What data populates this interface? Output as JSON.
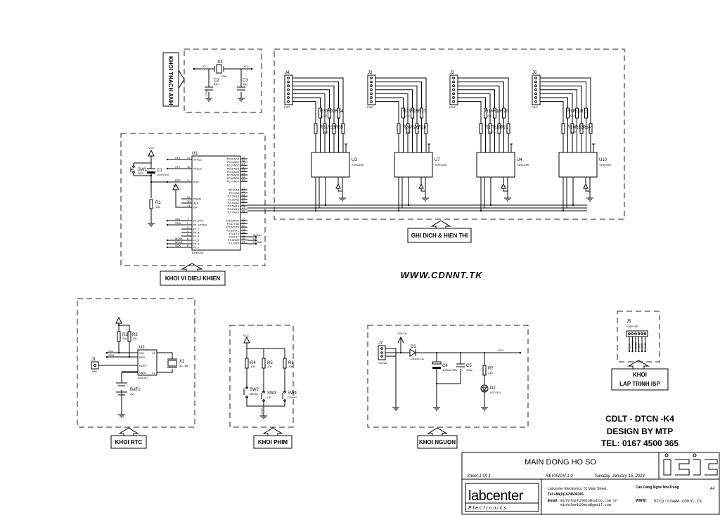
{
  "blocks": {
    "crystal": "KHOI THACH ANH",
    "mcu": "KHOI VI DIEU KHIEN",
    "shift": "GHI DICH & HIEN THI",
    "rtc": "KHOI RTC",
    "keys": "KHOI PHIM",
    "power": "KHOI NGUON",
    "isp_line1": "KHOI",
    "isp_line2": "LAP TRINH ISP"
  },
  "website": "WWW.CDNNT.TK",
  "credits": {
    "class": "CDLT - DTCN -K4",
    "design": "DESIGN BY MTP",
    "tel": "TEL: 0167 4500 365"
  },
  "crystal": {
    "x1": "X1",
    "x1_val": "12M",
    "c2": "C2",
    "c2_val": "33p",
    "c3": "C3",
    "c3_val": "33p",
    "net1": "XT1",
    "net2": "XT2",
    "gnd": "GND"
  },
  "mcu": {
    "ref": "U1",
    "part": "AT89C52",
    "vcc": "VCC",
    "sw1": "SW1",
    "sw1_val": "RST",
    "c1": "C1",
    "c1_val": "10uF/50V",
    "r1": "R1",
    "r1_val": "10k",
    "left_pins": [
      "XTAL1",
      "XTAL2",
      "RST",
      "PSEN",
      "ALE",
      "EA",
      "P1.0/T2",
      "P1.1/T2EX",
      "P1.2",
      "P1.3",
      "P1.4",
      "P1.5",
      "P1.6",
      "P1.7"
    ],
    "left_nums": [
      "19",
      "18",
      "9",
      "29",
      "30",
      "31",
      "1",
      "2",
      "3",
      "4",
      "5",
      "6",
      "7",
      "8"
    ],
    "left_nets": [
      "XT1",
      "XT2",
      "RST",
      "",
      "",
      "",
      "SCL",
      "SDA",
      "",
      "",
      "",
      "MOSI",
      "MISO",
      "SCK"
    ],
    "right_pins": [
      "P0.0/AD0",
      "P0.1/AD1",
      "P0.2/AD2",
      "P0.3/AD3",
      "P0.4/AD4",
      "P0.5/AD5",
      "P0.6/AD6",
      "P0.7/AD7",
      "P2.0/A8",
      "P2.1/A9",
      "P2.2/A10",
      "P2.3/A11",
      "P2.4/A12",
      "P2.5/A13",
      "P2.6/A14",
      "P2.7/A15",
      "P3.0/RXD",
      "P3.1/TXD",
      "P3.2/INT0",
      "P3.3/INT1",
      "P3.4/T0",
      "P3.5/T1",
      "P3.6/WR",
      "P3.7/RD"
    ],
    "right_nums": [
      "39",
      "38",
      "37",
      "36",
      "35",
      "34",
      "33",
      "32",
      "21",
      "22",
      "23",
      "24",
      "25",
      "26",
      "27",
      "28",
      "10",
      "11",
      "12",
      "13",
      "14",
      "15",
      "16",
      "17"
    ],
    "right_nets": [
      "MENU",
      "UP",
      "DOWN"
    ]
  },
  "shift_groups": [
    {
      "conn": "J4",
      "pin_label": "PIN7",
      "r_top": "R30R32R34",
      "r_bot": "R31R33R35",
      "r_val": "220",
      "ic": "U3",
      "ic_type": "74HC595"
    },
    {
      "conn": "J3",
      "pin_label": "PIN7",
      "r_top": "R23R25R27",
      "r_bot": "R24R26R28",
      "r_val": "220",
      "ic": "U7",
      "ic_type": "74HC595"
    },
    {
      "conn": "J2",
      "pin_label": "PIN7",
      "r_top": "R16R18R20",
      "r_bot": "R17R19R21",
      "r_val": "220",
      "ic": "U4",
      "ic_type": "74HC595"
    },
    {
      "conn": "J6",
      "pin_label": "PIN7",
      "r_top": "R9R11R13",
      "r_bot": "R10R12R14",
      "r_val": "220",
      "ic": "U10",
      "ic_type": "74HC595"
    }
  ],
  "rtc": {
    "r2": "R2",
    "r3": "R3",
    "r_val": "10k",
    "u2": "U2",
    "part": "DS1307",
    "pins": [
      "SCL",
      "SDA",
      "SOUT",
      "VBAT",
      "X1",
      "X2"
    ],
    "x2": "X2",
    "x2_val": "32.768",
    "j1": "J1",
    "j1_val": "1HD",
    "bat": "BAT1",
    "bat_val": "3V",
    "scl": "SCL",
    "sda": "SDA"
  },
  "keys": {
    "vcc": "VCC",
    "r4": "R4",
    "r5": "R5",
    "r6": "R6",
    "r_val": "10k",
    "sw2": "SW2",
    "sw2_val": "MENU",
    "sw3": "SW3",
    "sw3_val": "UP",
    "sw4": "SW4",
    "sw4_val": "DOWN",
    "gnd": "GND"
  },
  "power": {
    "j7": "J7",
    "j7_val": "+5V/2A",
    "in": "+5V/2A",
    "d1": "D1",
    "d1_val": "DIODE 1A",
    "c4": "C4",
    "c4_val": "1000uF/25V",
    "c5": "C5",
    "c5_val": "104p",
    "r7": "R7",
    "r7_val": "330",
    "d2": "D2",
    "d2_val": "LED 5LY",
    "vcc": "VCC"
  },
  "isp": {
    "j5": "J5",
    "j5_val": "ISAP ISP",
    "pins": [
      "RST",
      "MOSI",
      "MISO",
      "SCK",
      "VCC",
      "GND"
    ]
  },
  "title_block": {
    "title": "MAIN DONG HO SO",
    "sheet": "Sheet  1   Of  1",
    "revision": "REVISION  1.0",
    "date": "Tuesday, January 15, 2013",
    "company": "Labcenter Electronics,     01 Main Street,",
    "tel": "Tel:+84(0)1674500365",
    "email_label": "Email:",
    "email1": "minhthanh29mtp@yahoo.com.vn",
    "email2": "minhthanh29mtp@gmail.com",
    "school": "Cao Dang Nghe NhaTrang",
    "size": "A4",
    "www_label": "WWW:",
    "www": "http://www.cdnnt.tk",
    "logo_main": "labcenter",
    "logo_sub": "E l e c t r o n i c s",
    "logo_isis": "ISIS"
  }
}
